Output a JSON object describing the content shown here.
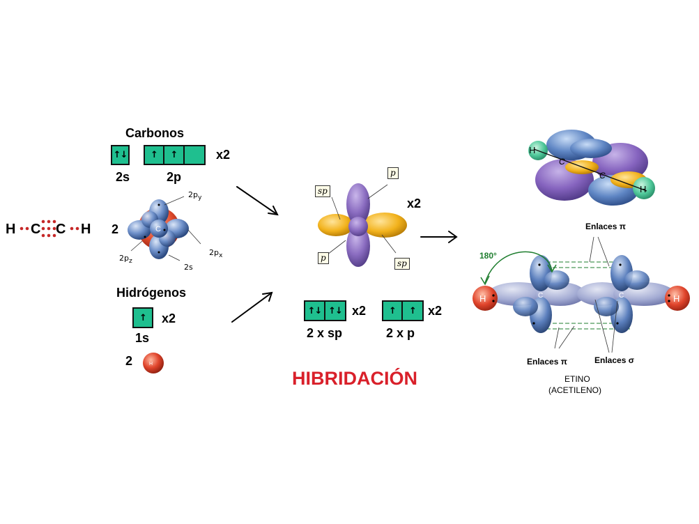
{
  "lewis": {
    "H1": "H",
    "C1": "C",
    "C2": "C",
    "H2": "H"
  },
  "carbonos": {
    "title": "Carbonos",
    "box_2s": [
      "↑↓"
    ],
    "box_2p": [
      "↑",
      "↑",
      ""
    ],
    "label_2s": "2s",
    "label_2p": "2p",
    "mult": "x2"
  },
  "carbon_atom": {
    "count": "2",
    "center": "C",
    "py": "2p",
    "py_sub": "y",
    "px": "2p",
    "px_sub": "x",
    "pz": "2p",
    "pz_sub": "z",
    "s": "2s"
  },
  "hidrogenos": {
    "title": "Hidrógenos",
    "box_1s": [
      "↑"
    ],
    "label_1s": "1s",
    "mult": "x2",
    "count": "2",
    "atom_label": "H"
  },
  "hybrid": {
    "tag_sp_top": "sp",
    "tag_p_top": "p",
    "tag_p_bottom": "p",
    "tag_sp_bottom": "sp",
    "mult": "x2",
    "box_sp": [
      "↑↓",
      "↑↓"
    ],
    "box_sp_mult": "x2",
    "box_sp_label": "2 x sp",
    "box_p": [
      "↑",
      "↑"
    ],
    "box_p_mult": "x2",
    "box_p_label": "2 x p"
  },
  "title": "HIBRIDACIÓN",
  "ethyne": {
    "top_H1": "H",
    "top_C1": "C",
    "top_C2": "C",
    "top_H2": "H",
    "pi_top": "Enlaces π",
    "angle": "180°",
    "H_left": "H",
    "C_left": "C",
    "C_right": "C",
    "H_right": "H",
    "pi_bottom": "Enlaces π",
    "sigma": "Enlaces σ",
    "name": "ETINO",
    "name2": "(ACETILENO)"
  },
  "colors": {
    "box": "#1fbf8f",
    "title": "#d9202a",
    "orbital_blue": "#5f86c4",
    "orbital_purple": "#8a6cc0",
    "orbital_yellow": "#f2b21c",
    "hydrogen": "#e0442b",
    "label_green": "#1e7d2e"
  }
}
